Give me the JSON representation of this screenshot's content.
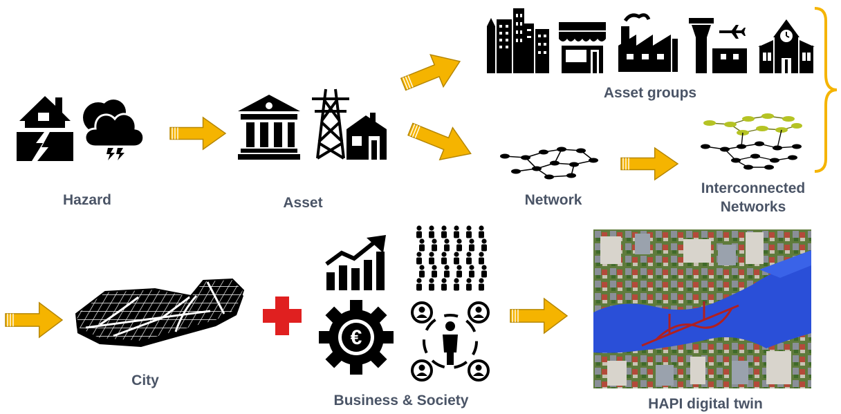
{
  "labels": {
    "hazard": "Hazard",
    "asset": "Asset",
    "asset_groups": "Asset groups",
    "network": "Network",
    "interconnected_line1": "Interconnected",
    "interconnected_line2": "Networks",
    "city": "City",
    "business_society": "Business & Society",
    "digital_twin": "HAPI digital twin"
  },
  "colors": {
    "arrow": "#f5b400",
    "arrow_stroke": "#b58600",
    "icon": "#000000",
    "label": "#4a5466",
    "plus": "#e02020",
    "brace": "#f5b400",
    "network_green": "#b5c324",
    "water": "#2a4fd8"
  },
  "icons": {
    "hazard": [
      "house-earthquake-icon",
      "storm-cloud-icon"
    ],
    "asset": [
      "bank-building-icon",
      "power-pylon-house-icon"
    ],
    "asset_groups": [
      "city-skyline-icon",
      "shop-icon",
      "factory-icon",
      "airport-icon",
      "school-icon"
    ],
    "network": "network-graph-icon",
    "interconnected": "layered-network-icon",
    "city": "city-grid-map-icon",
    "plus": "plus-icon",
    "business": [
      "growth-chart-icon",
      "crowd-icon",
      "euro-gear-icon",
      "social-network-icon"
    ],
    "twin": "city-simulation-image"
  }
}
